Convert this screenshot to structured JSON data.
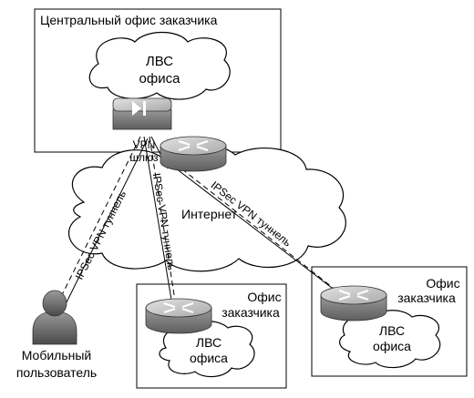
{
  "central_office": {
    "title": "Центральный офис заказчика",
    "lan_line1": "ЛВС",
    "lan_line2": "офиса"
  },
  "vpn_gateway": {
    "line1": "VPN",
    "line2": "шлюз"
  },
  "internet": {
    "label": "Интернет"
  },
  "tunnels": {
    "mobile": "IPSec VPN туннель",
    "branch1": "IPSec VPN туннель",
    "branch2": "IPSec VPN туннель"
  },
  "branch1": {
    "title_line1": "Офис",
    "title_line2": "заказчика",
    "lan_line1": "ЛВС",
    "lan_line2": "офиса"
  },
  "branch2": {
    "title_line1": "Офис",
    "title_line2": "заказчика",
    "lan_line1": "ЛВС",
    "lan_line2": "офиса"
  },
  "mobile_user": {
    "line1": "Мобильный",
    "line2": "пользователь"
  },
  "colors": {
    "device_top": "#c7c7c7",
    "device_side": "#8a8a8a",
    "person": "#707070"
  }
}
